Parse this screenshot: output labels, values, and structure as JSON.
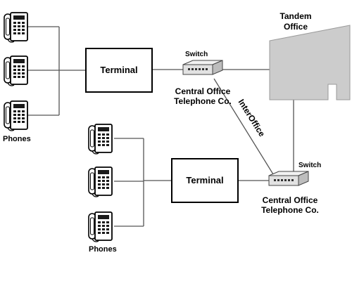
{
  "labels": {
    "phones_top": "Phones",
    "phones_bottom": "Phones",
    "terminal_top": "Terminal",
    "terminal_bottom": "Terminal",
    "switch_top": "Switch",
    "switch_bottom": "Switch",
    "central_office_top_line1": "Central Office",
    "central_office_top_line2": "Telephone Co.",
    "central_office_bottom_line1": "Central Office",
    "central_office_bottom_line2": "Telephone Co.",
    "tandem_line1": "Tandem",
    "tandem_line2": "Office",
    "interoffice": "InterOffice"
  },
  "icons": {
    "phone": "desk-phone-icon",
    "switch": "network-switch-icon",
    "tandem": "tandem-office-building-icon"
  },
  "colors": {
    "line": "#555555",
    "tandem_fill": "#cccccc",
    "switch_fill": "#e2e2e2",
    "phone_fill": "#ffffff",
    "text": "#000000"
  }
}
